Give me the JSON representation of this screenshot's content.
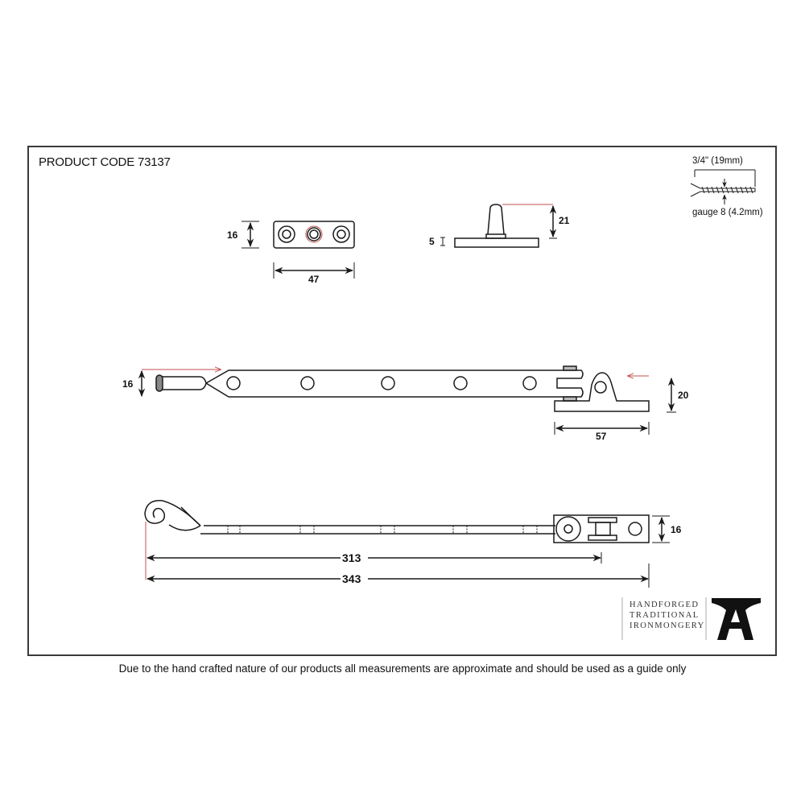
{
  "header": {
    "product_code": "PRODUCT CODE 73137"
  },
  "screw_spec": {
    "length": "3/4\" (19mm)",
    "gauge": "gauge 8 (4.2mm)",
    "icon": "screw-icon"
  },
  "views": {
    "mounting_plate": {
      "height": "16",
      "width": "47"
    },
    "pin": {
      "plate_thickness": "5",
      "height": "21"
    },
    "stay_side": {
      "end_height": "16",
      "bracket_height": "20",
      "bracket_width": "57"
    },
    "stay_top": {
      "bracket_height": "16",
      "length_inner": "313",
      "length_overall": "343"
    }
  },
  "brand": {
    "lines": [
      "HANDFORGED",
      "TRADITIONAL",
      "IRONMONGERY"
    ],
    "logo_icon": "anvil-a-logo-icon"
  },
  "footer": {
    "disclaimer": "Due to the hand crafted nature of our products all measurements are approximate and should be used as a guide only"
  },
  "colors": {
    "line": "#1a1a1a",
    "accent_red": "#c0504d",
    "border": "#3a3a3a"
  }
}
